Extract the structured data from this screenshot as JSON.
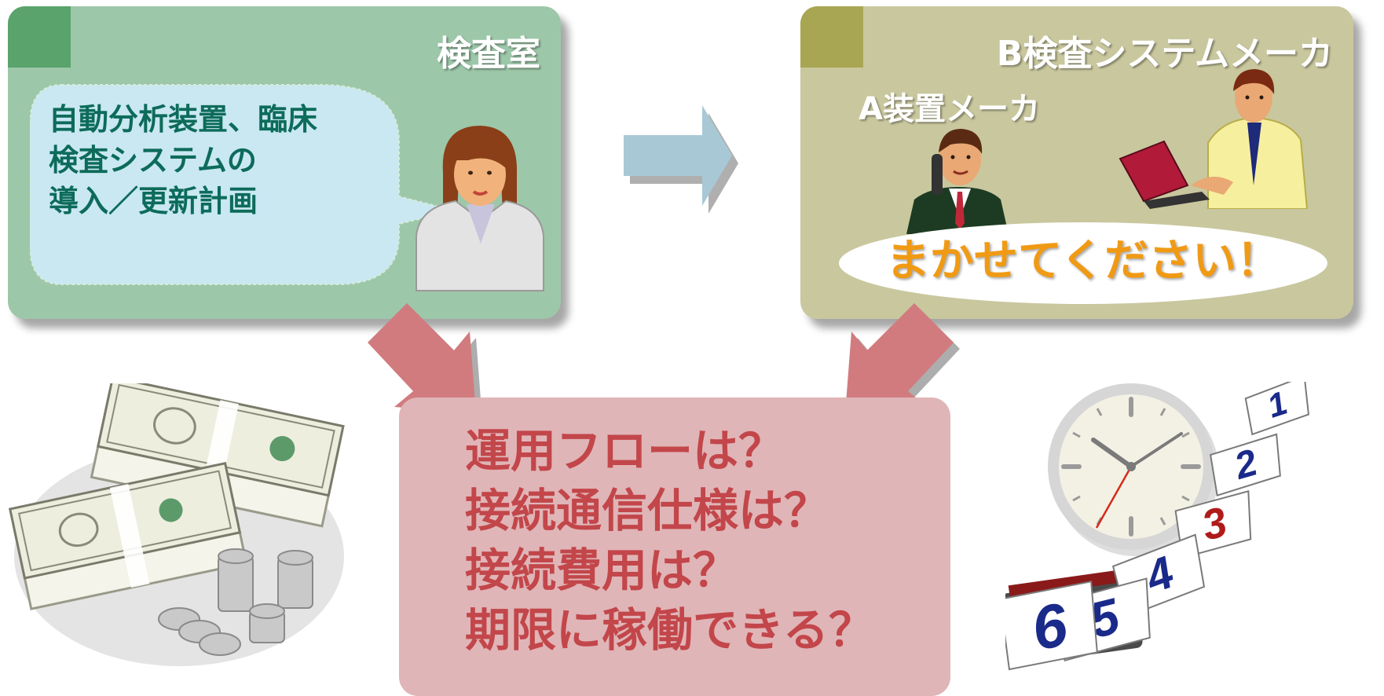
{
  "lab": {
    "title": "検査室",
    "bubble_text": "自動分析装置、臨床\n検査システムの\n導入／更新計画"
  },
  "vendors": {
    "title": "B検査システムメーカ",
    "vendor_a_label": "A装置メーカ",
    "speech": "まかせてください！"
  },
  "questions": {
    "items": [
      "運用フローは？",
      "接続通信仕様は？",
      "接続費用は？",
      "期限に稼働できる？"
    ]
  },
  "calendar": {
    "pages": [
      "1",
      "2",
      "3",
      "4",
      "5",
      "6"
    ]
  },
  "colors": {
    "lab_panel": "#9dc7a9",
    "vendor_panel": "#c9c79e",
    "question_box": "#e0b5b7",
    "question_text": "#c2464a",
    "speech_text": "#f09a14",
    "arrow_blue": "#a9c8d6",
    "arrow_red": "#d17b7f"
  }
}
